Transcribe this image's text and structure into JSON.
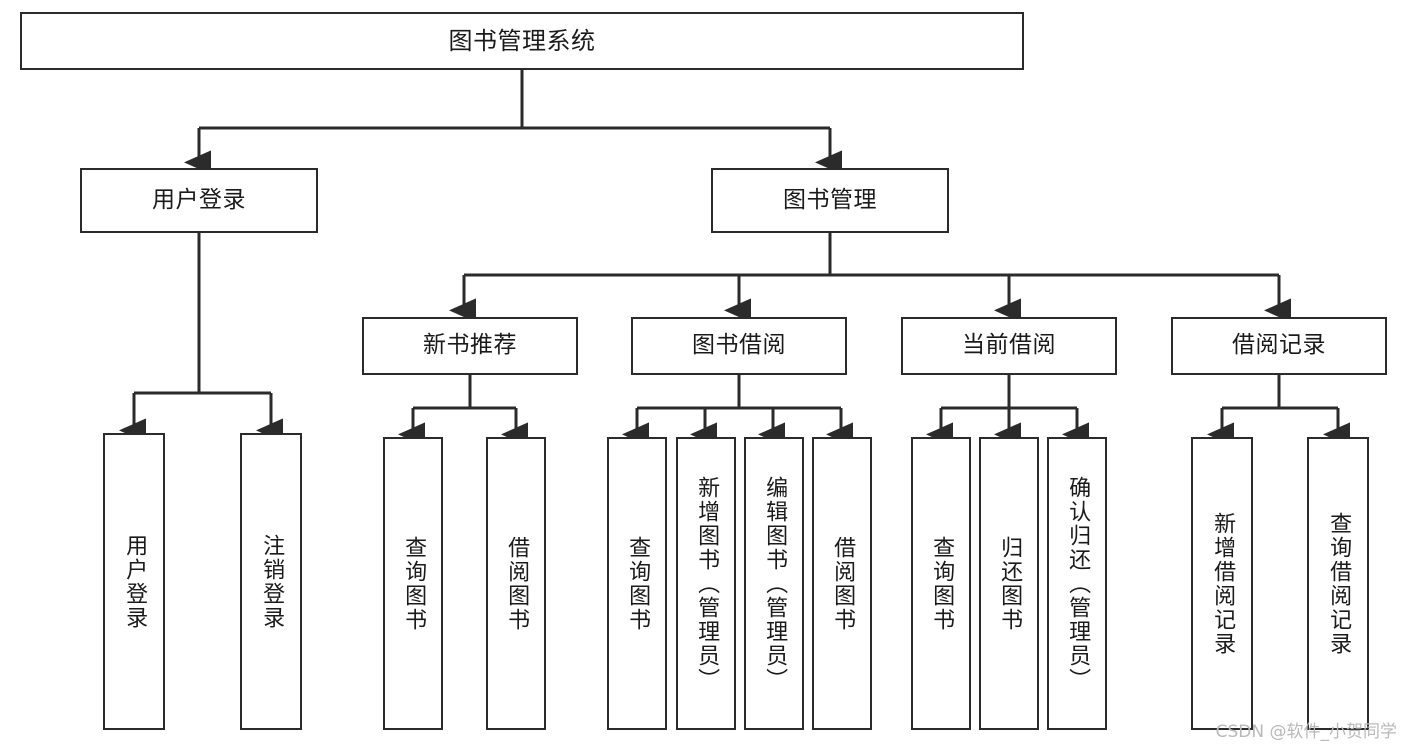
{
  "diagram": {
    "title": "图书管理系统",
    "type": "hierarchy-tree",
    "stroke_color": "#2b2b2b",
    "fill_color": "#ffffff",
    "text_color": "#1a1a1a",
    "levels": 4,
    "nodes": {
      "root": {
        "label": "图书管理系统"
      },
      "level2": [
        {
          "label": "用户登录"
        },
        {
          "label": "图书管理"
        }
      ],
      "level3": [
        {
          "label": "新书推荐"
        },
        {
          "label": "图书借阅"
        },
        {
          "label": "当前借阅"
        },
        {
          "label": "借阅记录"
        }
      ],
      "leaves_user_login": [
        {
          "label": "用户登录"
        },
        {
          "label": "注销登录"
        }
      ],
      "leaves_new_book": [
        {
          "label": "查询图书"
        },
        {
          "label": "借阅图书"
        }
      ],
      "leaves_borrow": [
        {
          "label": "查询图书"
        },
        {
          "label": "新增图书（管理员）"
        },
        {
          "label": "编辑图书（管理员）"
        },
        {
          "label": "借阅图书"
        }
      ],
      "leaves_current": [
        {
          "label": "查询图书"
        },
        {
          "label": "归还图书"
        },
        {
          "label": "确认归还（管理员）"
        }
      ],
      "leaves_records": [
        {
          "label": "新增借阅记录"
        },
        {
          "label": "查询借阅记录"
        }
      ]
    }
  },
  "watermark": {
    "text": "CSDN @软件_小贺同学"
  }
}
